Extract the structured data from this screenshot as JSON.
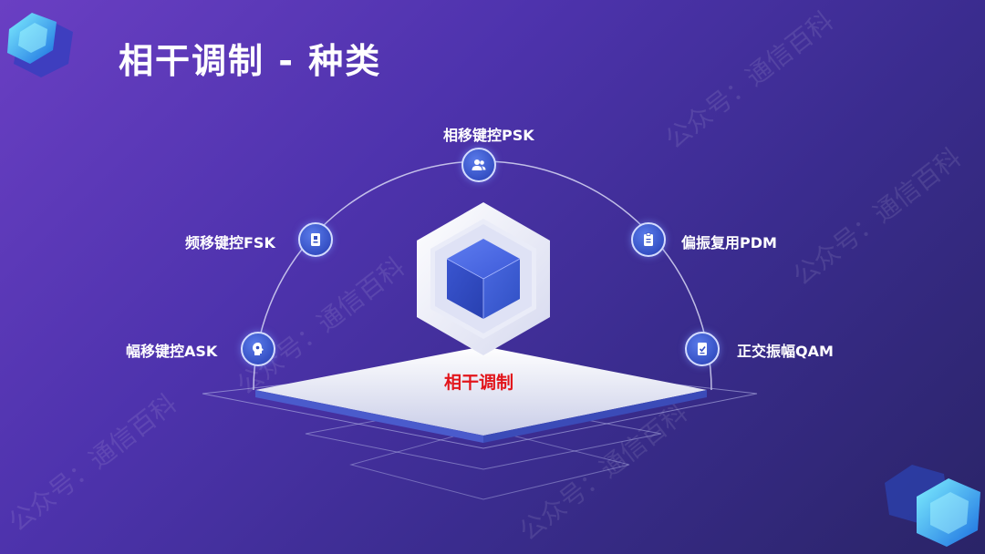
{
  "title": "相干调制 - 种类",
  "center": {
    "label": "相干调制"
  },
  "nodes": [
    {
      "label": "幅移键控ASK",
      "icon": "brain-icon"
    },
    {
      "label": "频移键控FSK",
      "icon": "badge-icon"
    },
    {
      "label": "相移键控PSK",
      "icon": "users-icon"
    },
    {
      "label": "偏振复用PDM",
      "icon": "document-icon"
    },
    {
      "label": "正交振幅QAM",
      "icon": "checklist-icon"
    }
  ],
  "watermark": "公众号：通信百科",
  "colors": {
    "accent": "#e2151b",
    "node_fill": "#3550c4",
    "background_start": "#6a3fc3",
    "background_end": "#2a2467"
  }
}
